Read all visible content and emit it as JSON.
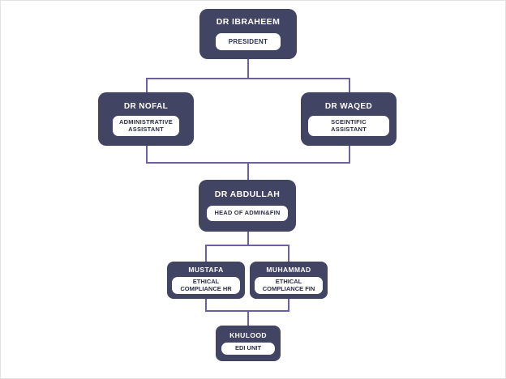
{
  "colors": {
    "node_fill": "#414462",
    "pill_fill": "#ffffff",
    "connector": "#6d5fa0",
    "background": "#ffffff",
    "frame_border": "#e3e3e3"
  },
  "org_chart": {
    "type": "hierarchy",
    "levels": 5,
    "nodes": [
      {
        "id": "ibraheem",
        "level": 1,
        "name": "DR IBRAHEEM",
        "role": "PRESIDENT",
        "parent": null
      },
      {
        "id": "nofal",
        "level": 2,
        "name": "DR NOFAL",
        "role_line1": "ADMINISTRATIVE",
        "role_line2": "ASSISTANT",
        "parent": "ibraheem"
      },
      {
        "id": "waqed",
        "level": 2,
        "name": "DR WAQED",
        "role": "SCEINTIFIC ASSISTANT",
        "parent": "ibraheem"
      },
      {
        "id": "abdullah",
        "level": 3,
        "name": "DR ABDULLAH",
        "role": "HEAD OF ADMIN&FIN",
        "parent": "nofal,waqed"
      },
      {
        "id": "mustafa",
        "level": 4,
        "name": "MUSTAFA",
        "role_line1": "ETHICAL",
        "role_line2": "COMPLIANCE HR",
        "parent": "abdullah"
      },
      {
        "id": "muhammad",
        "level": 4,
        "name": "MUHAMMAD",
        "role_line1": "ETHICAL",
        "role_line2": "COMPLIANCE FIN",
        "parent": "abdullah"
      },
      {
        "id": "khulood",
        "level": 5,
        "name": "KHULOOD",
        "role": "EDI UNIT",
        "parent": "mustafa,muhammad"
      }
    ]
  }
}
